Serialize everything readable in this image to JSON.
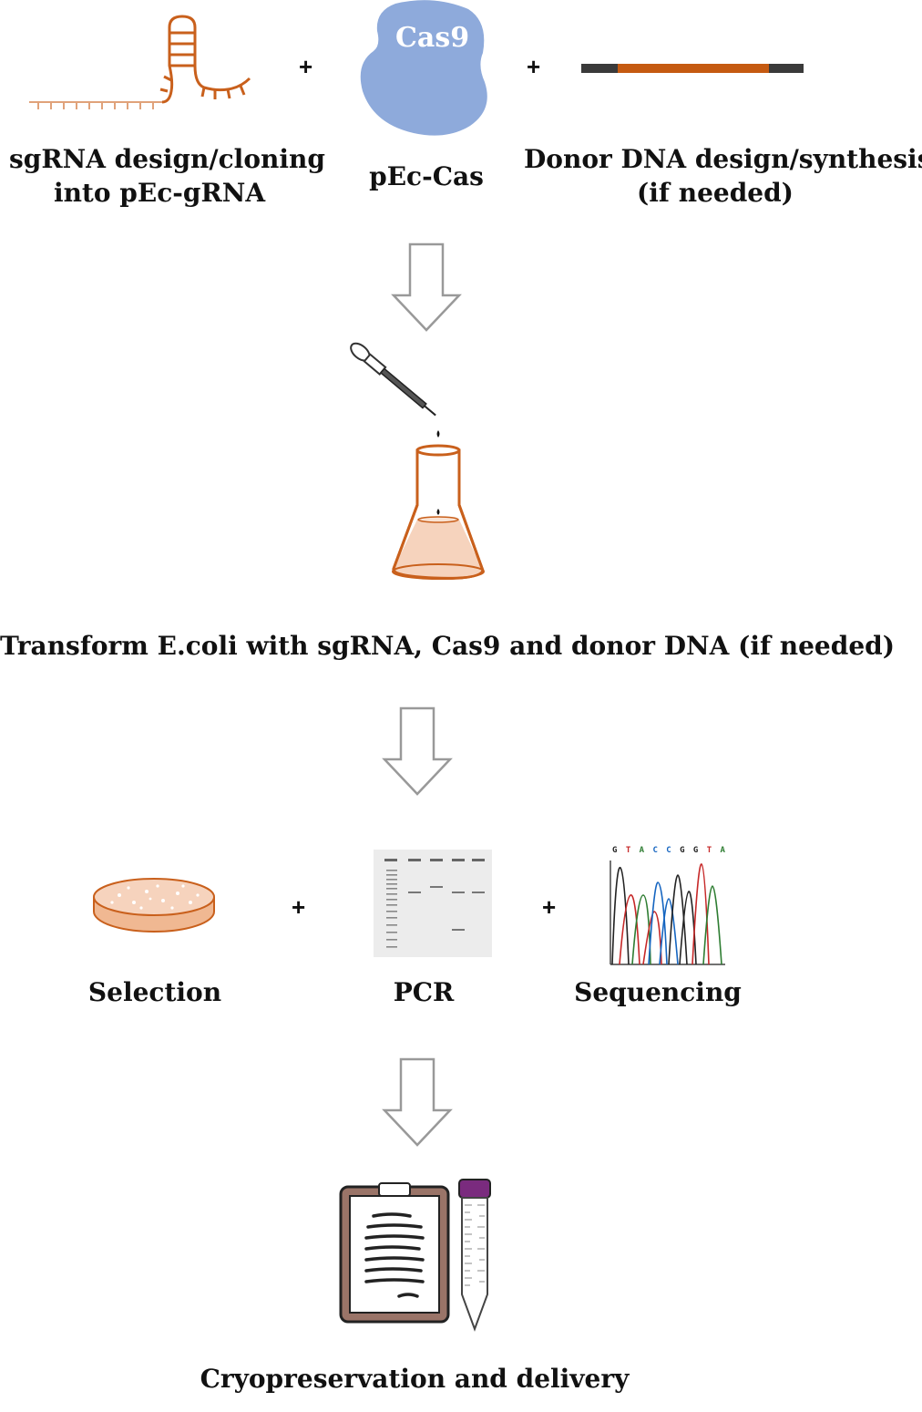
{
  "steps": {
    "sgrna": {
      "line1": "sgRNA design/cloning",
      "line2": "into pEc-gRNA"
    },
    "cas": {
      "protein": "Cas9",
      "label": "pEc-Cas"
    },
    "donor": {
      "line1": "Donor DNA design/synthesis",
      "line2": "(if needed)"
    },
    "transform": {
      "label": "Transform E.coli with sgRNA, Cas9 and donor DNA (if needed)"
    },
    "selection": {
      "label": "Selection"
    },
    "pcr": {
      "label": "PCR"
    },
    "sequencing": {
      "label": "Sequencing",
      "bases": [
        "G",
        "T",
        "A",
        "C",
        "C",
        "G",
        "G",
        "T",
        "A"
      ]
    },
    "delivery": {
      "label": "Cryopreservation and delivery"
    }
  },
  "operators": {
    "plus": "+"
  },
  "colors": {
    "rna": "#c9601c",
    "rna_light": "#e0a27a",
    "cas9": "#8eaadb",
    "dna_insert": "#c55a11",
    "dna_arm": "#3a3a3a",
    "flask_fill": "#f6d3bd",
    "clipboard": "#9a7468",
    "tube_cap": "#7a2b7e"
  }
}
